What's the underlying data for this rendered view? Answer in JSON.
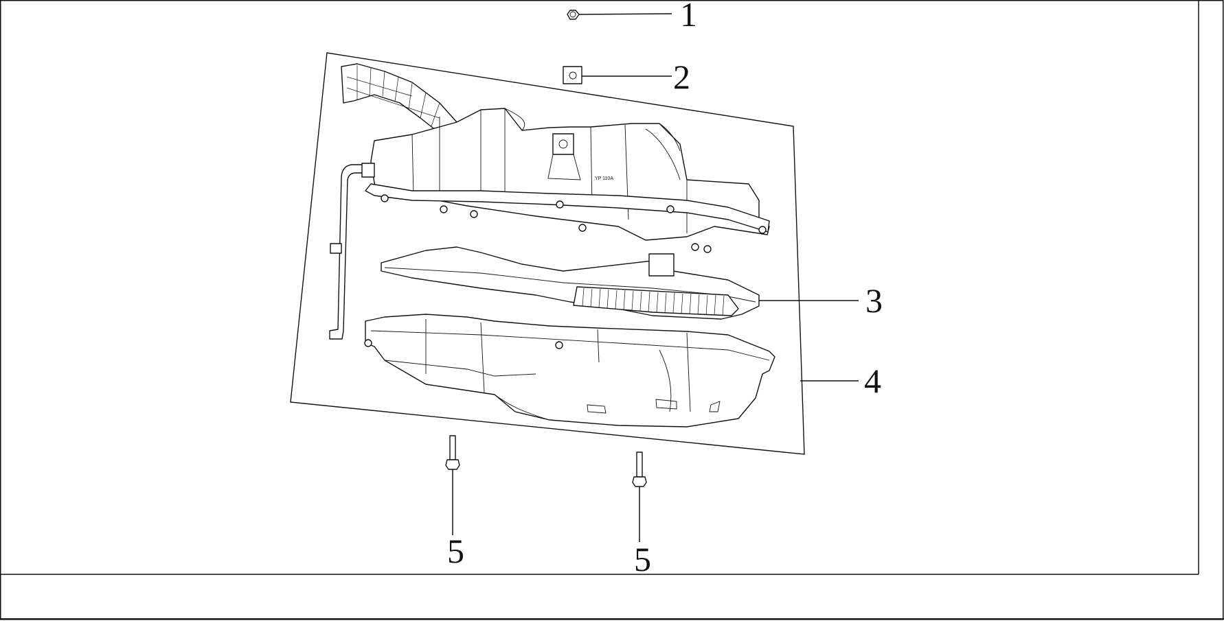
{
  "diagram": {
    "labels": [
      {
        "id": "1",
        "text": "1"
      },
      {
        "id": "2",
        "text": "2"
      },
      {
        "id": "3",
        "text": "3"
      },
      {
        "id": "4",
        "text": "4"
      },
      {
        "id": "5a",
        "text": "5"
      },
      {
        "id": "5b",
        "text": "5"
      }
    ],
    "housing_stamp": "YP 110A"
  }
}
